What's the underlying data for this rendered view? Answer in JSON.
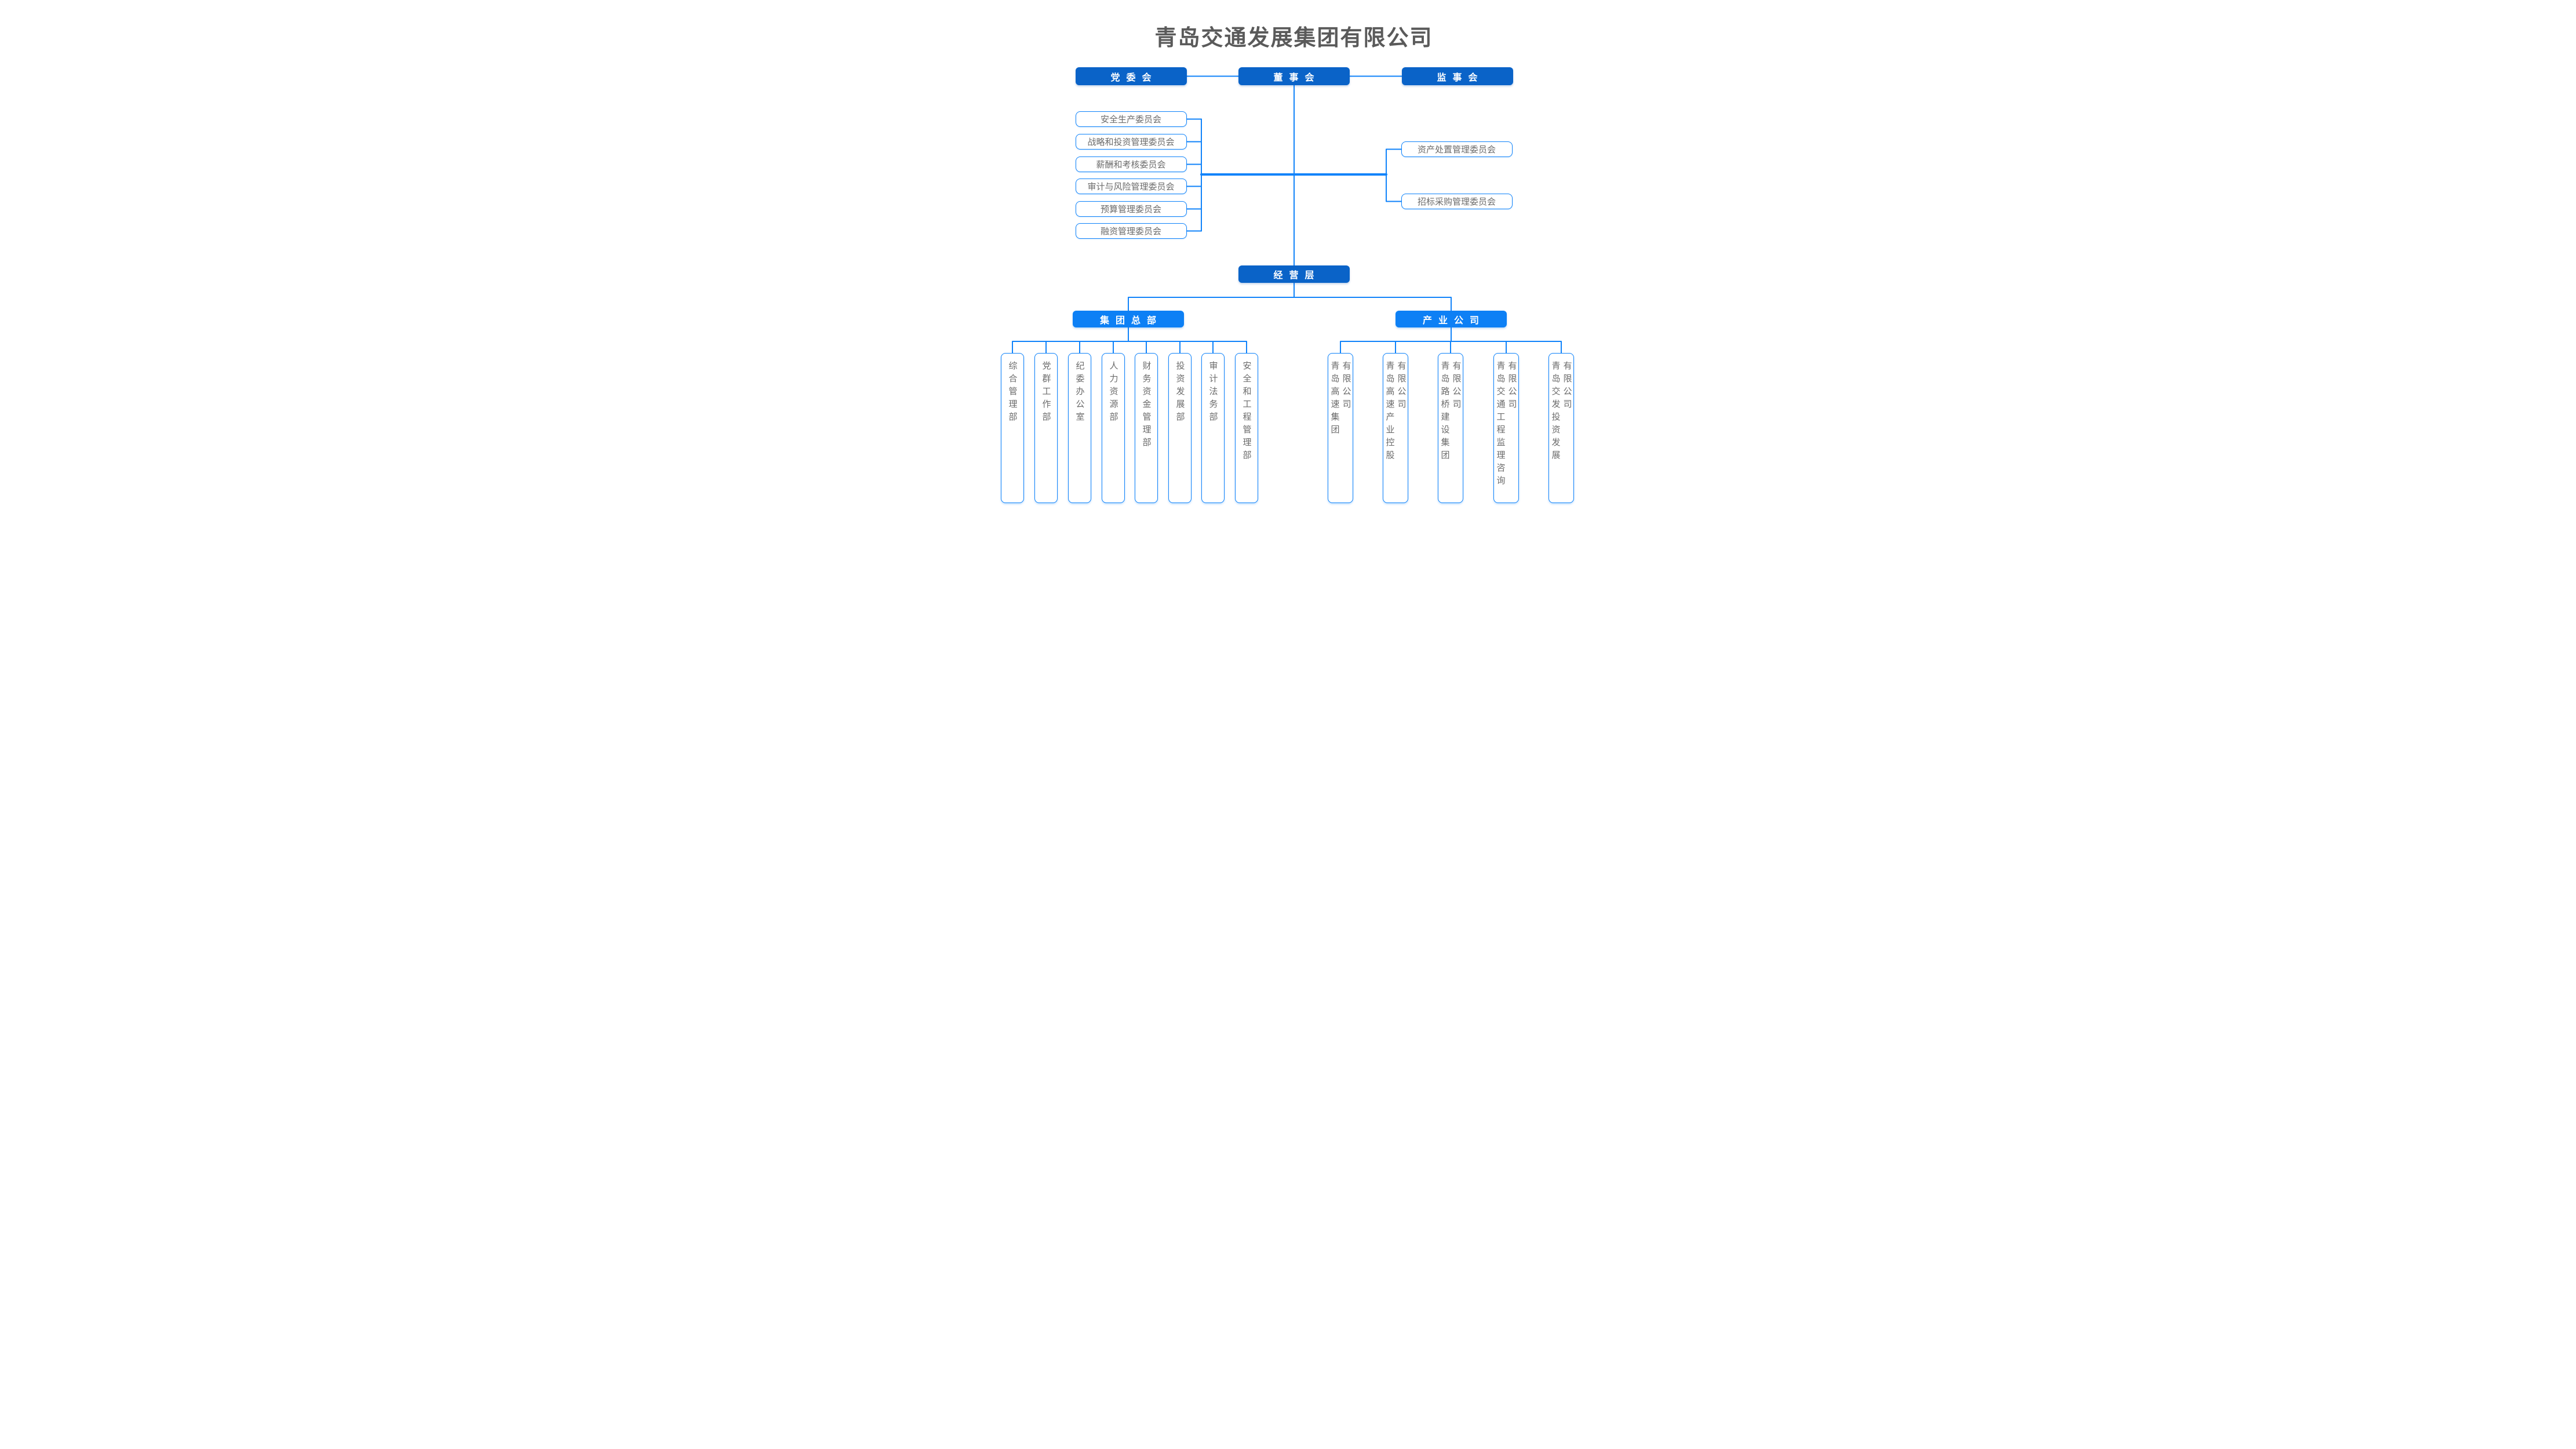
{
  "title": "青岛交通发展集团有限公司",
  "colors": {
    "level1_fill": "#0a63c8",
    "level2_fill": "#0d80f5",
    "line_and_border": "#1083fa",
    "node_text_gray": "#6b6b6b",
    "title_gray": "#5a5a5a"
  },
  "governance": {
    "party": "党委会",
    "board": "董事会",
    "supervisory": "监事会"
  },
  "board_committees_left": [
    "安全生产委员会",
    "战略和投资管理委员会",
    "薪酬和考核委员会",
    "审计与风险管理委员会",
    "预算管理委员会",
    "融资管理委员会"
  ],
  "board_committees_right": [
    "资产处置管理委员会",
    "招标采购管理委员会"
  ],
  "management": "经营层",
  "branches": {
    "hq": "集团总部",
    "industry": "产业公司"
  },
  "departments": [
    "综合管理部",
    "党群工作部",
    "纪委办公室",
    "人力资源部",
    "财务资金管理部",
    "投资发展部",
    "审计法务部",
    "安全和工程管理部"
  ],
  "companies": [
    [
      "青岛高速集团",
      "有限公司"
    ],
    [
      "青岛高速产业控股",
      "有限公司"
    ],
    [
      "青岛路桥建设集团",
      "有限公司"
    ],
    [
      "青岛交通工程监理咨询",
      "有限公司"
    ],
    [
      "青岛交发投资发展",
      "有限公司"
    ]
  ]
}
